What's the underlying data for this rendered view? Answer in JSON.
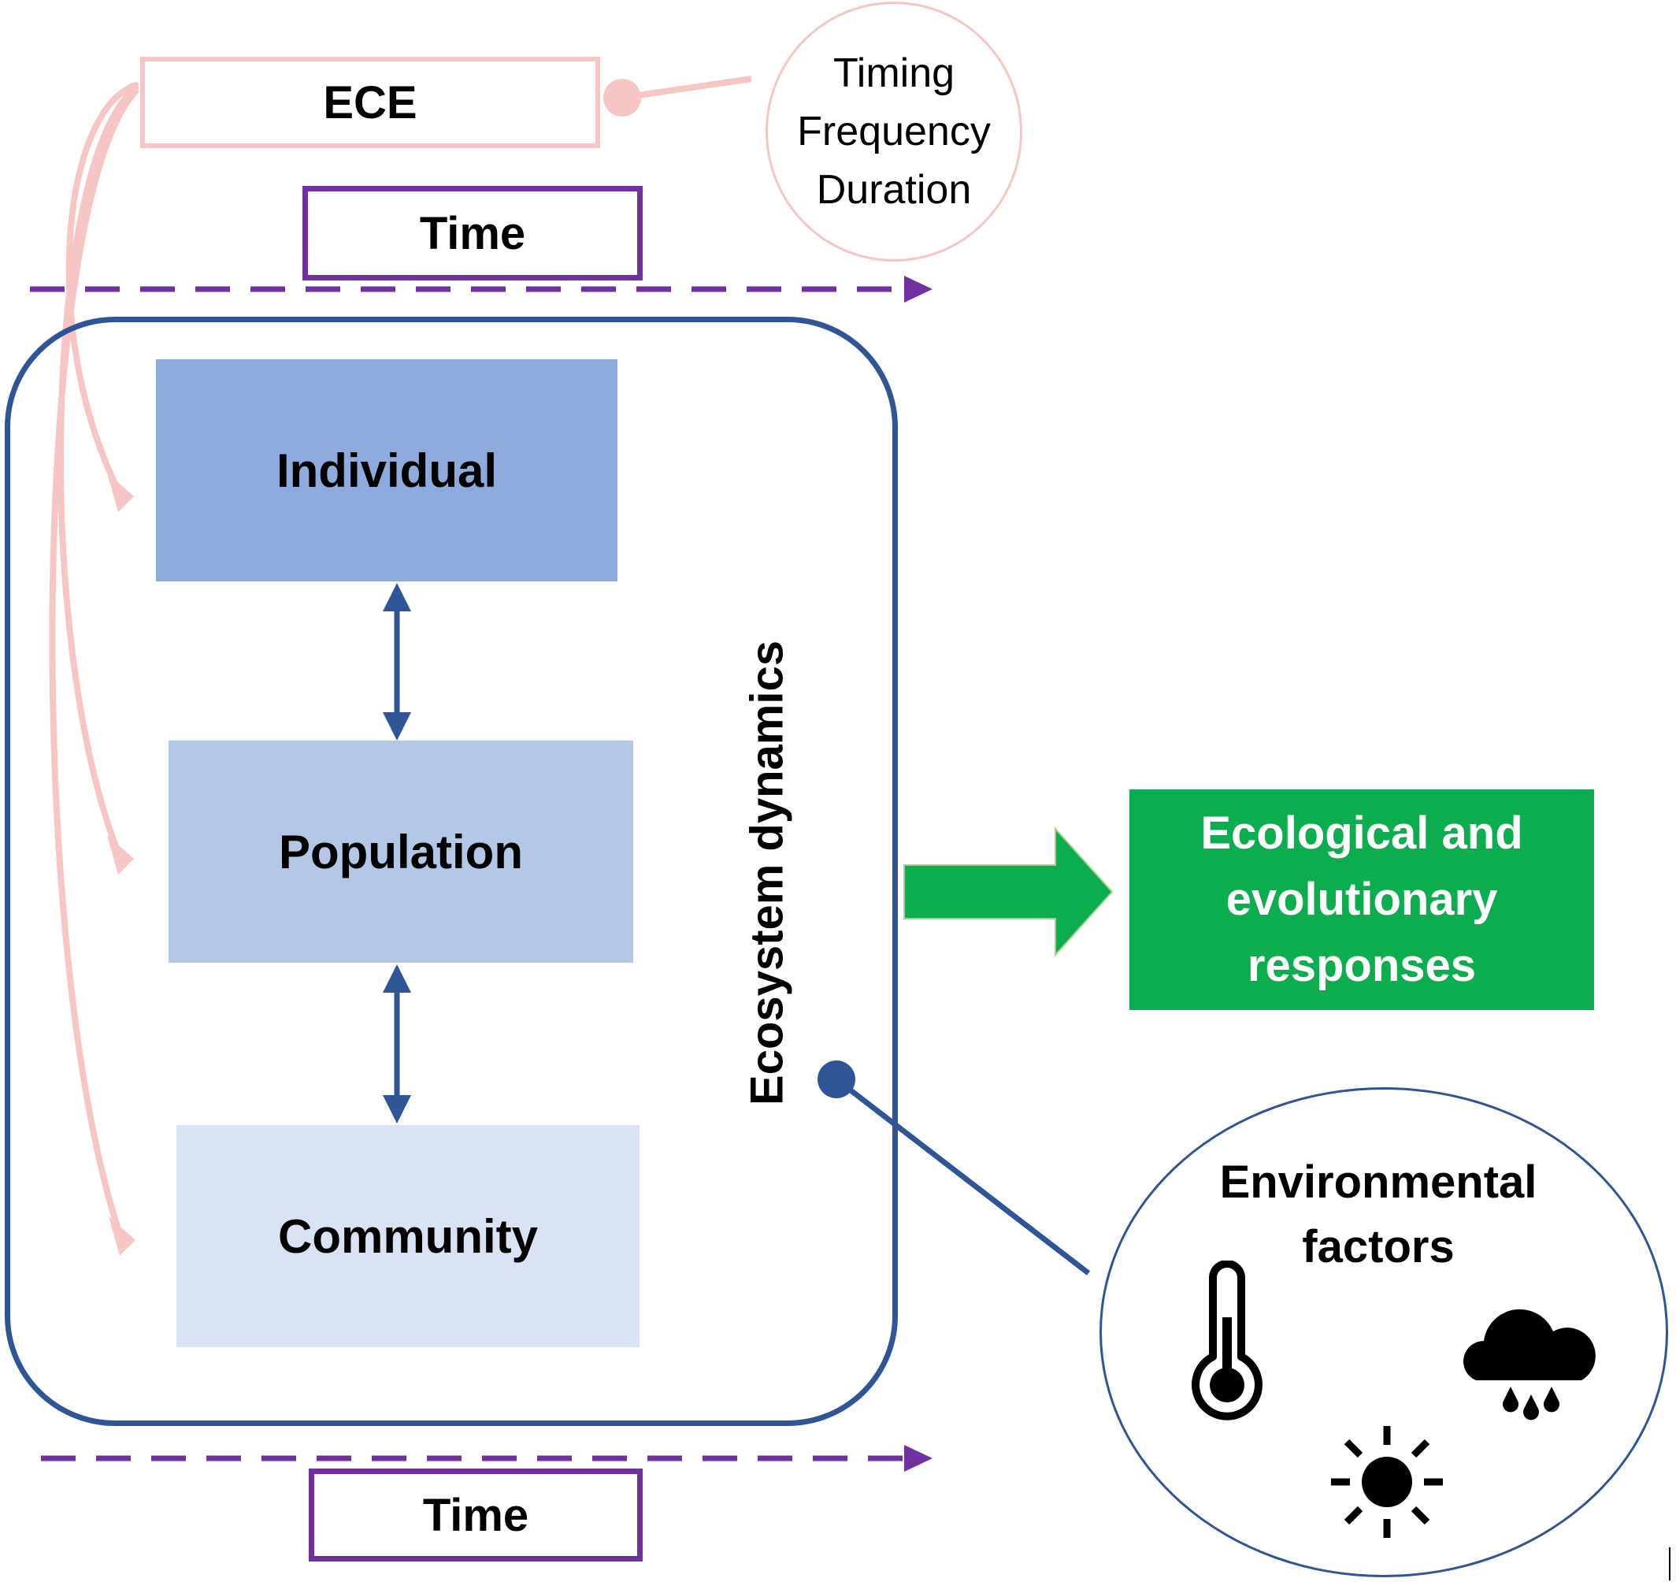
{
  "ece": {
    "label": "ECE"
  },
  "timing": {
    "line1": "Timing",
    "line2": "Frequency",
    "line3": "Duration"
  },
  "time_axis": {
    "top_label": "Time",
    "bottom_label": "Time"
  },
  "levels": {
    "individual": "Individual",
    "population": "Population",
    "community": "Community"
  },
  "ecosystem": {
    "label": "Ecosystem dynamics"
  },
  "responses": {
    "line1": "Ecological and",
    "line2": "evolutionary",
    "line3": "responses"
  },
  "environment": {
    "line1": "Environmental",
    "line2": "factors",
    "icons": [
      "thermometer-icon",
      "sun-icon",
      "rain-cloud-icon"
    ]
  },
  "colors": {
    "ece_pink": "#f6c6c4",
    "time_purple": "#7030a0",
    "frame_blue": "#2f5597",
    "individual": "#8faadc",
    "population": "#b4c7e7",
    "community": "#dae3f3",
    "responses_green": "#0cad4e"
  }
}
